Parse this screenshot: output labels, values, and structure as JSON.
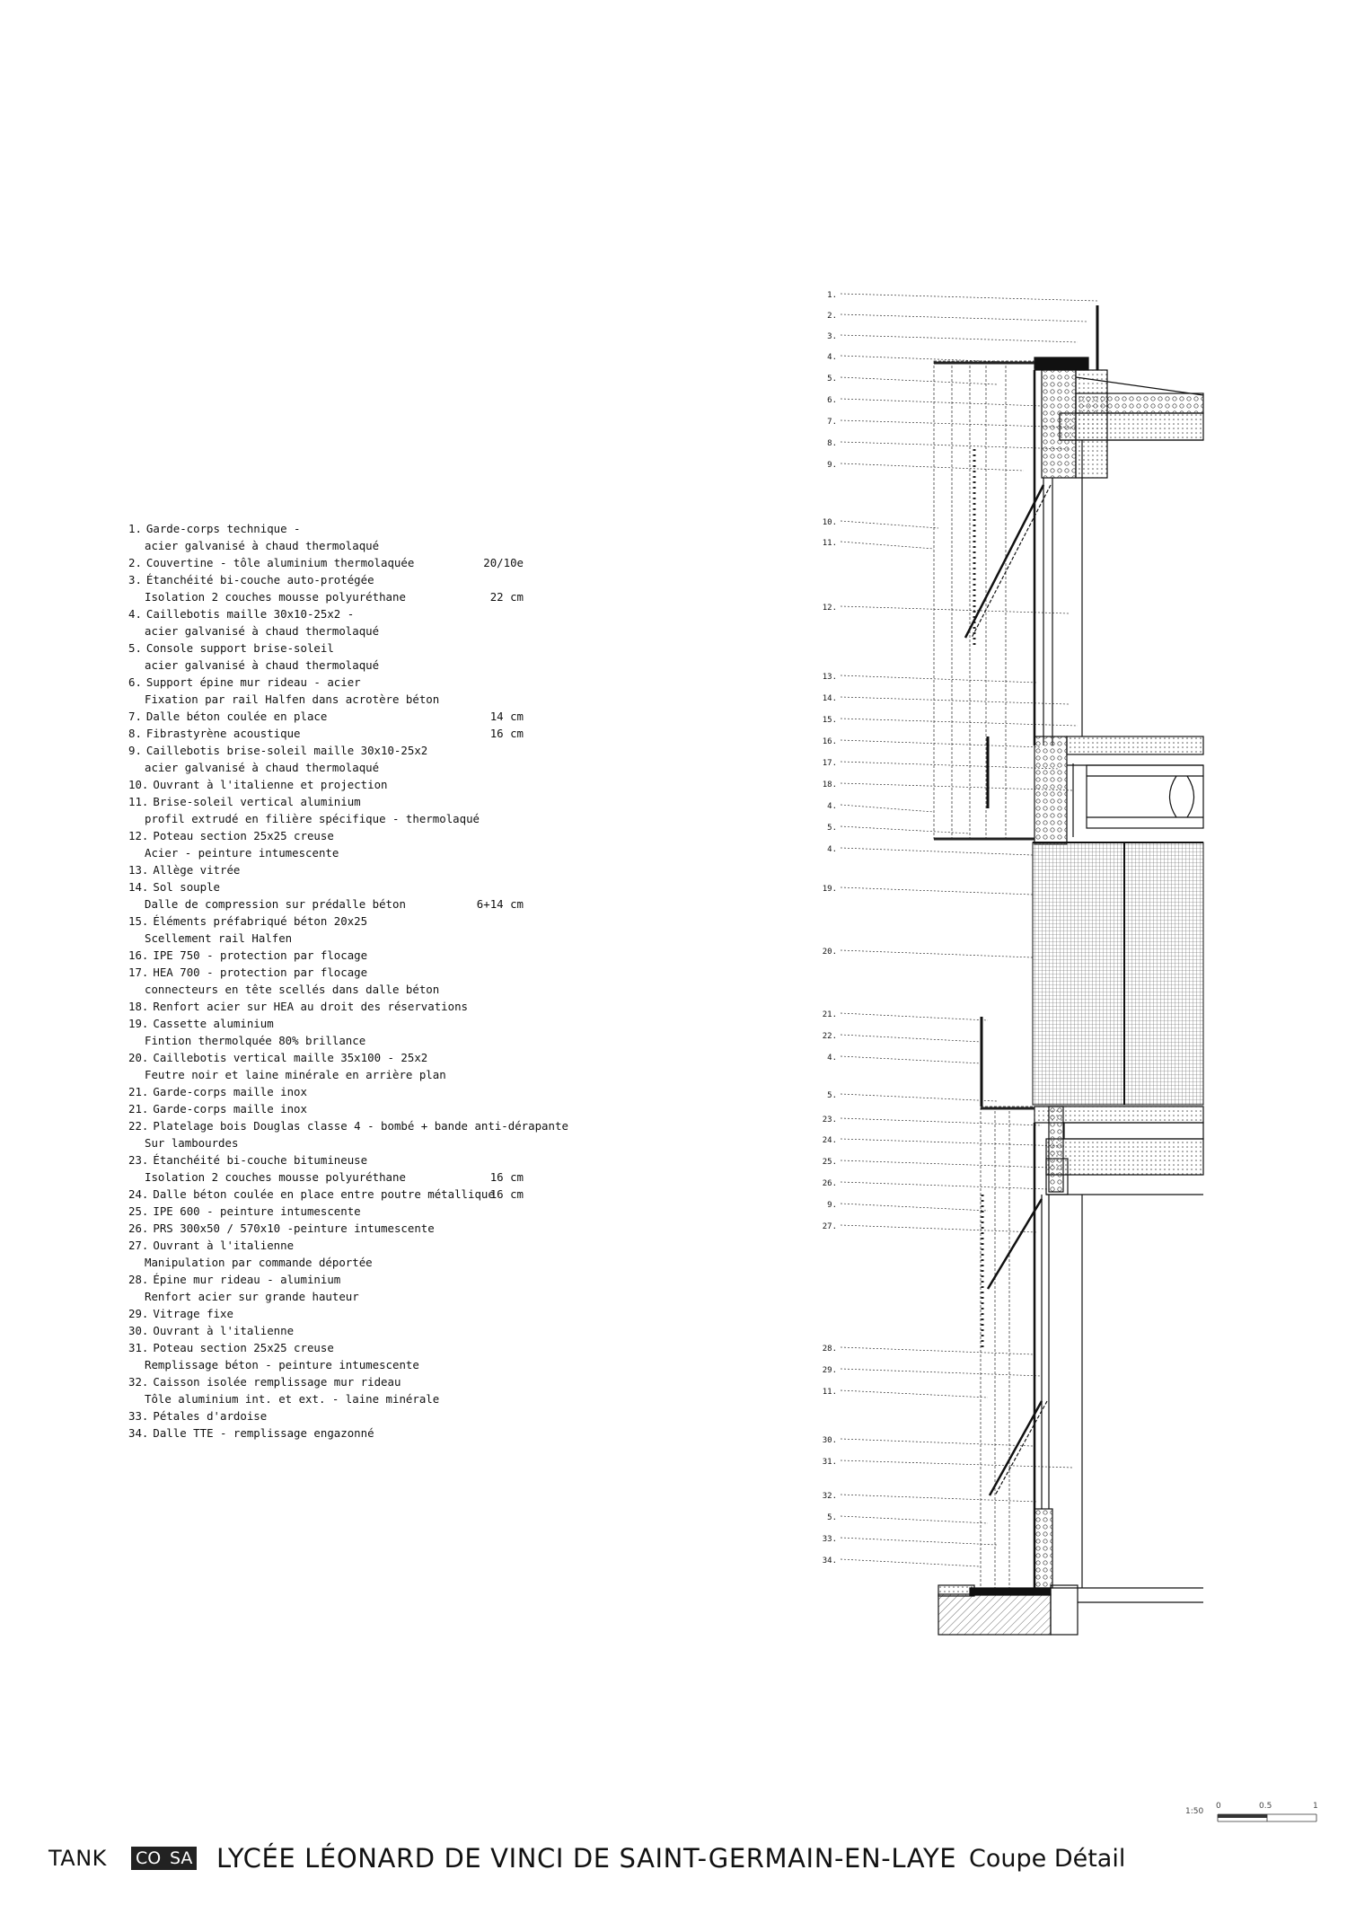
{
  "legend": [
    {
      "label": "1.",
      "lines": [
        "Garde-corps technique -",
        "acier galvanisé à chaud thermolaqué"
      ],
      "dims": [
        "",
        ""
      ]
    },
    {
      "label": "2.",
      "lines": [
        "Couvertine - tôle aluminium thermolaquée"
      ],
      "dims": [
        "20/10e"
      ]
    },
    {
      "label": "3.",
      "lines": [
        "Étanchéité bi-couche auto-protégée",
        "Isolation 2 couches mousse polyuréthane"
      ],
      "dims": [
        "",
        "22 cm"
      ]
    },
    {
      "label": "4.",
      "lines": [
        "Caillebotis maille 30x10-25x2 -",
        "acier galvanisé à chaud thermolaqué"
      ],
      "dims": [
        "",
        ""
      ]
    },
    {
      "label": "5.",
      "lines": [
        "Console support brise-soleil",
        "acier galvanisé à chaud thermolaqué"
      ],
      "dims": [
        "",
        ""
      ]
    },
    {
      "label": "6.",
      "lines": [
        "Support épine mur rideau - acier",
        "Fixation par rail Halfen dans acrotère béton"
      ],
      "dims": [
        "",
        ""
      ]
    },
    {
      "label": "7.",
      "lines": [
        "Dalle béton coulée en place"
      ],
      "dims": [
        "14 cm"
      ]
    },
    {
      "label": "8.",
      "lines": [
        "Fibrastyrène acoustique"
      ],
      "dims": [
        "16 cm"
      ]
    },
    {
      "label": "9.",
      "lines": [
        "Caillebotis brise-soleil maille 30x10-25x2",
        "acier galvanisé à chaud thermolaqué"
      ],
      "dims": [
        "",
        ""
      ]
    },
    {
      "label": "10.",
      "lines": [
        "Ouvrant à l'italienne et projection"
      ],
      "dims": [
        ""
      ]
    },
    {
      "label": "11.",
      "lines": [
        "Brise-soleil vertical aluminium",
        "profil extrudé en filière spécifique - thermolaqué"
      ],
      "dims": [
        "",
        ""
      ]
    },
    {
      "label": "12.",
      "lines": [
        "Poteau section 25x25 creuse",
        "Acier - peinture intumescente"
      ],
      "dims": [
        "",
        ""
      ]
    },
    {
      "label": "13.",
      "lines": [
        "Allège vitrée"
      ],
      "dims": [
        ""
      ]
    },
    {
      "label": "14.",
      "lines": [
        "Sol souple",
        "Dalle de compression sur prédalle béton"
      ],
      "dims": [
        "",
        "6+14 cm"
      ]
    },
    {
      "label": "15.",
      "lines": [
        "Éléments préfabriqué béton 20x25",
        "Scellement rail Halfen"
      ],
      "dims": [
        "",
        ""
      ]
    },
    {
      "label": "16.",
      "lines": [
        "IPE 750 - protection par flocage"
      ],
      "dims": [
        ""
      ]
    },
    {
      "label": "17.",
      "lines": [
        "HEA 700 - protection par flocage",
        "connecteurs en tête scellés dans dalle béton"
      ],
      "dims": [
        "",
        ""
      ]
    },
    {
      "label": "18.",
      "lines": [
        "Renfort acier sur HEA au droit des réservations"
      ],
      "dims": [
        ""
      ]
    },
    {
      "label": "19.",
      "lines": [
        "Cassette aluminium",
        "Fintion thermolquée 80% brillance"
      ],
      "dims": [
        "",
        ""
      ]
    },
    {
      "label": "20.",
      "lines": [
        "Caillebotis vertical maille 35x100 - 25x2",
        "Feutre noir et laine minérale en arrière plan"
      ],
      "dims": [
        "",
        ""
      ]
    },
    {
      "label": "21.",
      "lines": [
        "Garde-corps maille inox"
      ],
      "dims": [
        ""
      ]
    },
    {
      "label": "21.",
      "lines": [
        "Garde-corps maille inox"
      ],
      "dims": [
        ""
      ]
    },
    {
      "label": "22.",
      "lines": [
        "Platelage bois Douglas classe 4 - bombé + bande anti-dérapante",
        "Sur lambourdes"
      ],
      "dims": [
        "",
        ""
      ]
    },
    {
      "label": "23.",
      "lines": [
        "Étanchéité bi-couche bitumineuse",
        "Isolation 2 couches mousse polyuréthane"
      ],
      "dims": [
        "",
        "16 cm"
      ]
    },
    {
      "label": "24.",
      "lines": [
        "Dalle béton coulée en place entre poutre métallique"
      ],
      "dims": [
        "16 cm"
      ]
    },
    {
      "label": "25.",
      "lines": [
        "IPE 600 - peinture intumescente"
      ],
      "dims": [
        ""
      ]
    },
    {
      "label": "26.",
      "lines": [
        "PRS 300x50 / 570x10 -peinture intumescente"
      ],
      "dims": [
        ""
      ]
    },
    {
      "label": "27.",
      "lines": [
        "Ouvrant à l'italienne",
        "Manipulation par commande déportée"
      ],
      "dims": [
        "",
        ""
      ]
    },
    {
      "label": "28.",
      "lines": [
        "Épine mur rideau - aluminium",
        "Renfort acier sur grande hauteur"
      ],
      "dims": [
        "",
        ""
      ]
    },
    {
      "label": "29.",
      "lines": [
        "Vitrage fixe"
      ],
      "dims": [
        ""
      ]
    },
    {
      "label": "30.",
      "lines": [
        "Ouvrant à l'italienne"
      ],
      "dims": [
        ""
      ]
    },
    {
      "label": "31.",
      "lines": [
        "Poteau section 25x25 creuse",
        "Remplissage béton - peinture intumescente"
      ],
      "dims": [
        "",
        ""
      ]
    },
    {
      "label": "32.",
      "lines": [
        "Caisson isolée remplissage mur rideau",
        "Tôle aluminium int. et ext. - laine minérale"
      ],
      "dims": [
        "",
        ""
      ]
    },
    {
      "label": "33.",
      "lines": [
        "Pétales d'ardoise"
      ],
      "dims": [
        ""
      ]
    },
    {
      "label": "34.",
      "lines": [
        "Dalle TTE - remplissage engazonné"
      ],
      "dims": [
        ""
      ]
    }
  ],
  "callouts": [
    "1.",
    "2.",
    "3.",
    "4.",
    "5.",
    "6.",
    "7.",
    "8.",
    "9.",
    "10.",
    "11.",
    "12.",
    "13.",
    "14.",
    "15.",
    "16.",
    "17.",
    "18.",
    "4.",
    "5.",
    "4.",
    "19.",
    "20.",
    "21.",
    "22.",
    "4.",
    "5.",
    "23.",
    "24.",
    "25.",
    "26.",
    "9.",
    "27.",
    "28.",
    "29.",
    "11.",
    "30.",
    "31.",
    "32.",
    "5.",
    "33.",
    "34."
  ],
  "footer": {
    "brand": "TANK",
    "box1": "CO",
    "box2": "SA",
    "title": "LYCÉE LÉONARD DE VINCI DE SAINT-GERMAIN-EN-LAYE",
    "subtitle": "Coupe Détail"
  },
  "scale": {
    "ratio": "1:50",
    "ticks": [
      "0",
      "0.5",
      "1"
    ]
  }
}
